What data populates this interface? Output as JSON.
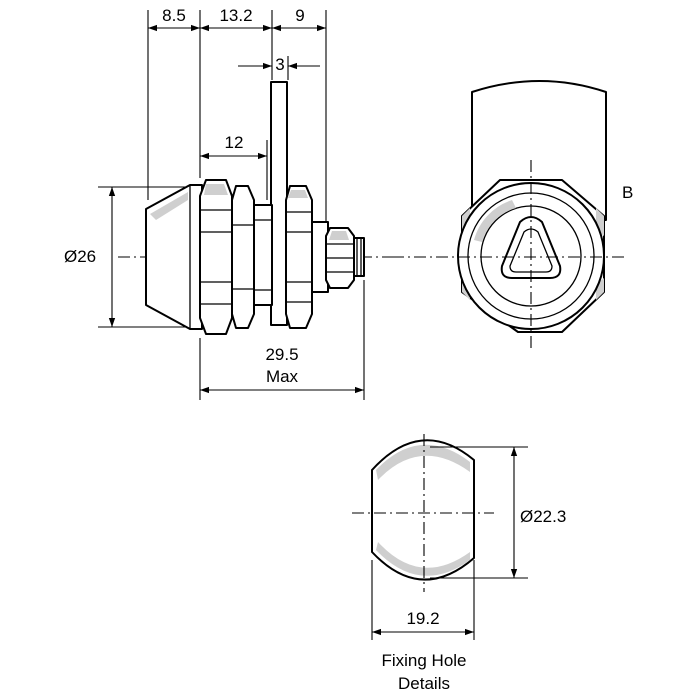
{
  "dimensions": {
    "d_8_5": "8.5",
    "d_13_2": "13.2",
    "d_9": "9",
    "d_3": "3",
    "d_12": "12",
    "d_dia26": "Ø26",
    "d_29_5": "29.5",
    "d_max": "Max",
    "d_dia22_3": "Ø22.3",
    "d_19_2": "19.2"
  },
  "labels": {
    "view_b": "B",
    "fixing_line1": "Fixing Hole",
    "fixing_line2": "Details"
  }
}
